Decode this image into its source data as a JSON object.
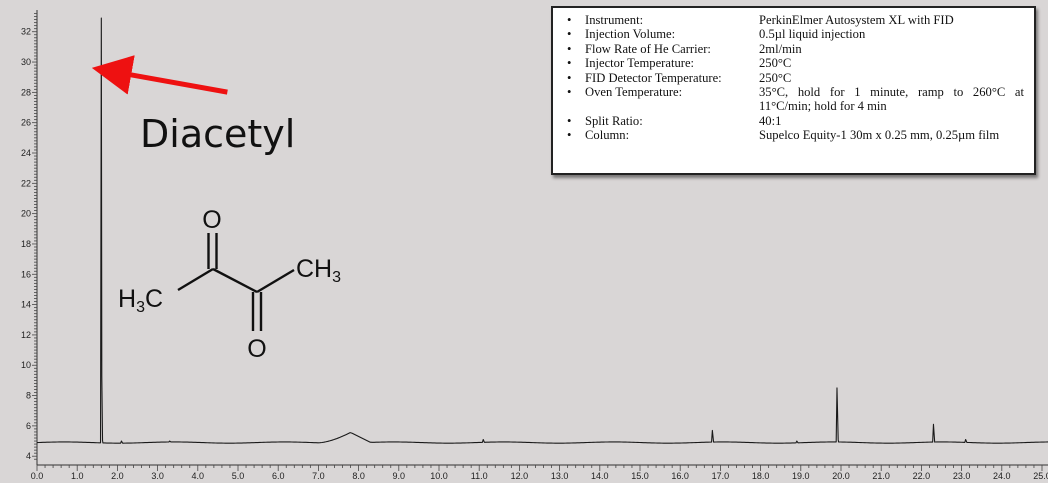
{
  "chart_data": {
    "type": "line",
    "title": "",
    "xlabel": "",
    "ylabel": "",
    "xlim": [
      0,
      25.2
    ],
    "ylim": [
      4,
      33
    ],
    "x_ticks": [
      "0.0",
      "1.0",
      "2.0",
      "3.0",
      "4.0",
      "5.0",
      "6.0",
      "7.0",
      "8.0",
      "9.0",
      "10.0",
      "11.0",
      "12.0",
      "13.0",
      "14.0",
      "15.0",
      "16.0",
      "17.0",
      "18.0",
      "19.0",
      "20.0",
      "21.0",
      "22.0",
      "23.0",
      "24.0",
      "25.0"
    ],
    "y_ticks": [
      "4",
      "6",
      "8",
      "10",
      "12",
      "14",
      "16",
      "18",
      "20",
      "22",
      "24",
      "26",
      "28",
      "30",
      "32"
    ],
    "grid": false,
    "series": [
      {
        "color": "#1a1a1a",
        "baseline": 4.9,
        "peaks": [
          {
            "rt": 1.6,
            "height": 32.9
          },
          {
            "rt": 2.1,
            "height": 5.0
          },
          {
            "rt": 3.3,
            "height": 5.0
          },
          {
            "rt": 11.1,
            "height": 5.1
          },
          {
            "rt": 16.8,
            "height": 5.7
          },
          {
            "rt": 18.9,
            "height": 5.0
          },
          {
            "rt": 19.9,
            "height": 8.5
          },
          {
            "rt": 22.3,
            "height": 6.1
          },
          {
            "rt": 23.1,
            "height": 5.1
          }
        ],
        "hump": {
          "start": 7.0,
          "apex": 7.8,
          "end": 8.3,
          "height": 5.6
        }
      }
    ],
    "annotations": [
      {
        "text": "Diacetyl",
        "target_rt": 1.8,
        "target_y": 29.4,
        "arrow_color": "#ee1111"
      }
    ]
  },
  "molecule": {
    "name": "diacetyl",
    "left_group": {
      "main": "H",
      "sub": "3",
      "tail": "C"
    },
    "right_group": {
      "main": "CH",
      "sub": "3"
    },
    "top_oxygen": "O",
    "bottom_oxygen": "O"
  },
  "conditions": [
    {
      "label": "Instrument:",
      "value": "PerkinElmer Autosystem XL with FID"
    },
    {
      "label": "Injection Volume:",
      "value": "0.5µl liquid injection"
    },
    {
      "label": "Flow Rate of He Carrier:",
      "value": "2ml/min"
    },
    {
      "label": "Injector Temperature:",
      "value": "250°C"
    },
    {
      "label": "FID Detector Temperature:",
      "value": "250°C"
    },
    {
      "label": "Oven Temperature:",
      "value": "35°C, hold for 1 minute, ramp to 260°C at 11°C/min; hold for 4 min"
    },
    {
      "label": "Split Ratio:",
      "value": "40:1"
    },
    {
      "label": "Column:",
      "value": "Supelco Equity-1 30m x 0.25 mm, 0.25µm film"
    }
  ],
  "bullet": "•"
}
